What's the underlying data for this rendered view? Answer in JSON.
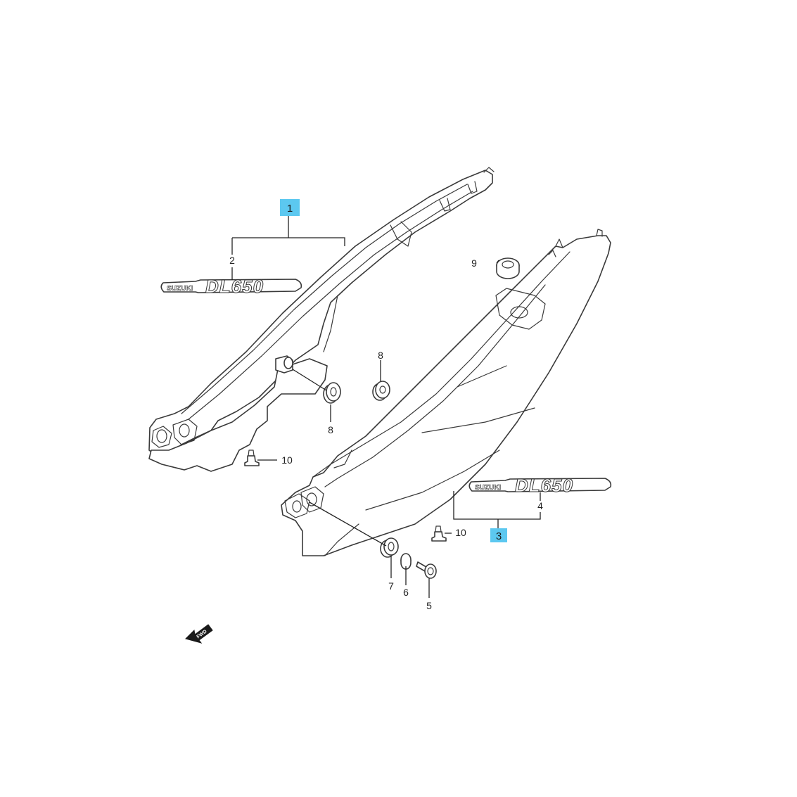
{
  "callouts": {
    "c1": "1",
    "c2": "2",
    "c3": "3",
    "c4": "4",
    "c5": "5",
    "c6": "6",
    "c7": "7",
    "c8a": "8",
    "c8b": "8",
    "c9": "9",
    "c10a": "10",
    "c10b": "10"
  },
  "highlighted_callouts": [
    "1",
    "3"
  ],
  "highlight_color": "#5cc8f0",
  "emblem": {
    "brand": "SUZUKI",
    "model": "DL650"
  },
  "direction_arrow": {
    "label": "FWD",
    "icon": "forward-arrow-icon"
  }
}
